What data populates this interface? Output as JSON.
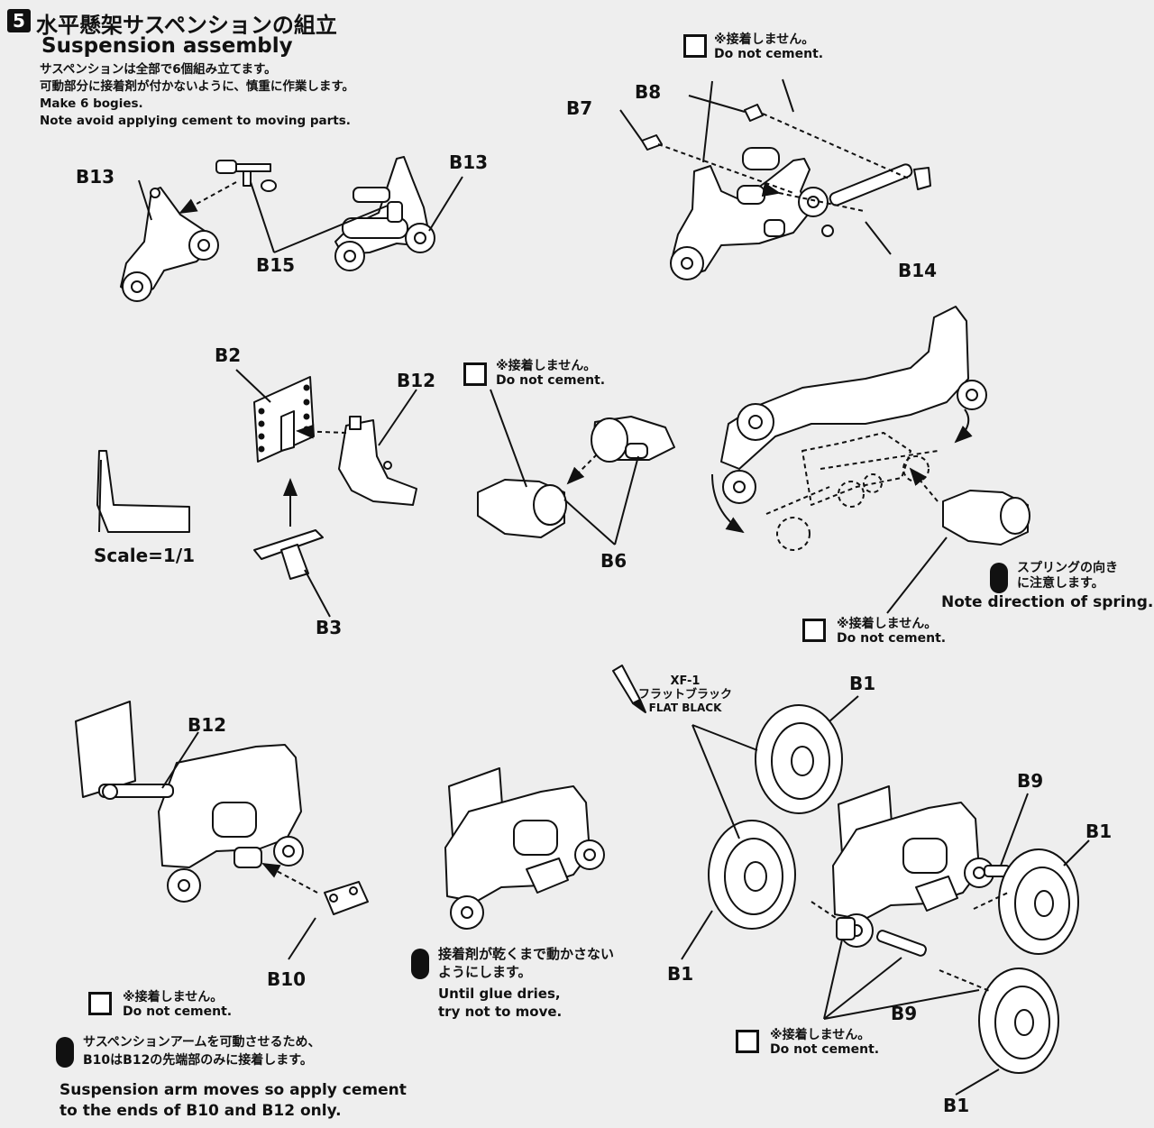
{
  "step": {
    "number": "5",
    "title_jp": "水平懸架サスペンションの組立",
    "title_en": "Suspension assembly"
  },
  "intro": {
    "line1": "サスペンションは全部で6個組み立てます。",
    "line2": "可動部分に接着剤が付かないように、慎重に作業します。",
    "line3": "Make 6 bogies.",
    "line4": "Note avoid applying cement to moving parts."
  },
  "parts": {
    "b1": "B1",
    "b2": "B2",
    "b3": "B3",
    "b6": "B6",
    "b7": "B7",
    "b8": "B8",
    "b9": "B9",
    "b10": "B10",
    "b12": "B12",
    "b13": "B13",
    "b14": "B14",
    "b15": "B15"
  },
  "no_cement": {
    "jp": "※接着しません。",
    "en": "Do not cement."
  },
  "scale": "Scale=1/1",
  "spring": {
    "jp1": "スプリングの向き",
    "jp2": "に注意します。",
    "en": "Note direction of spring."
  },
  "paint": {
    "code": "XF-1",
    "jp": "フラットブラック",
    "en": "FLAT BLACK"
  },
  "glue": {
    "jp1": "接着剤が乾くまで動かさない",
    "jp2": "ようにします。",
    "en1": "Until glue dries,",
    "en2": "try not to move."
  },
  "arm": {
    "jp1": "サスペンションアームを可動させるため、",
    "jp2": "B10はB12の先端部のみに接着します。",
    "en1": "Suspension arm moves so apply cement",
    "en2": "to the ends of B10 and B12 only."
  }
}
